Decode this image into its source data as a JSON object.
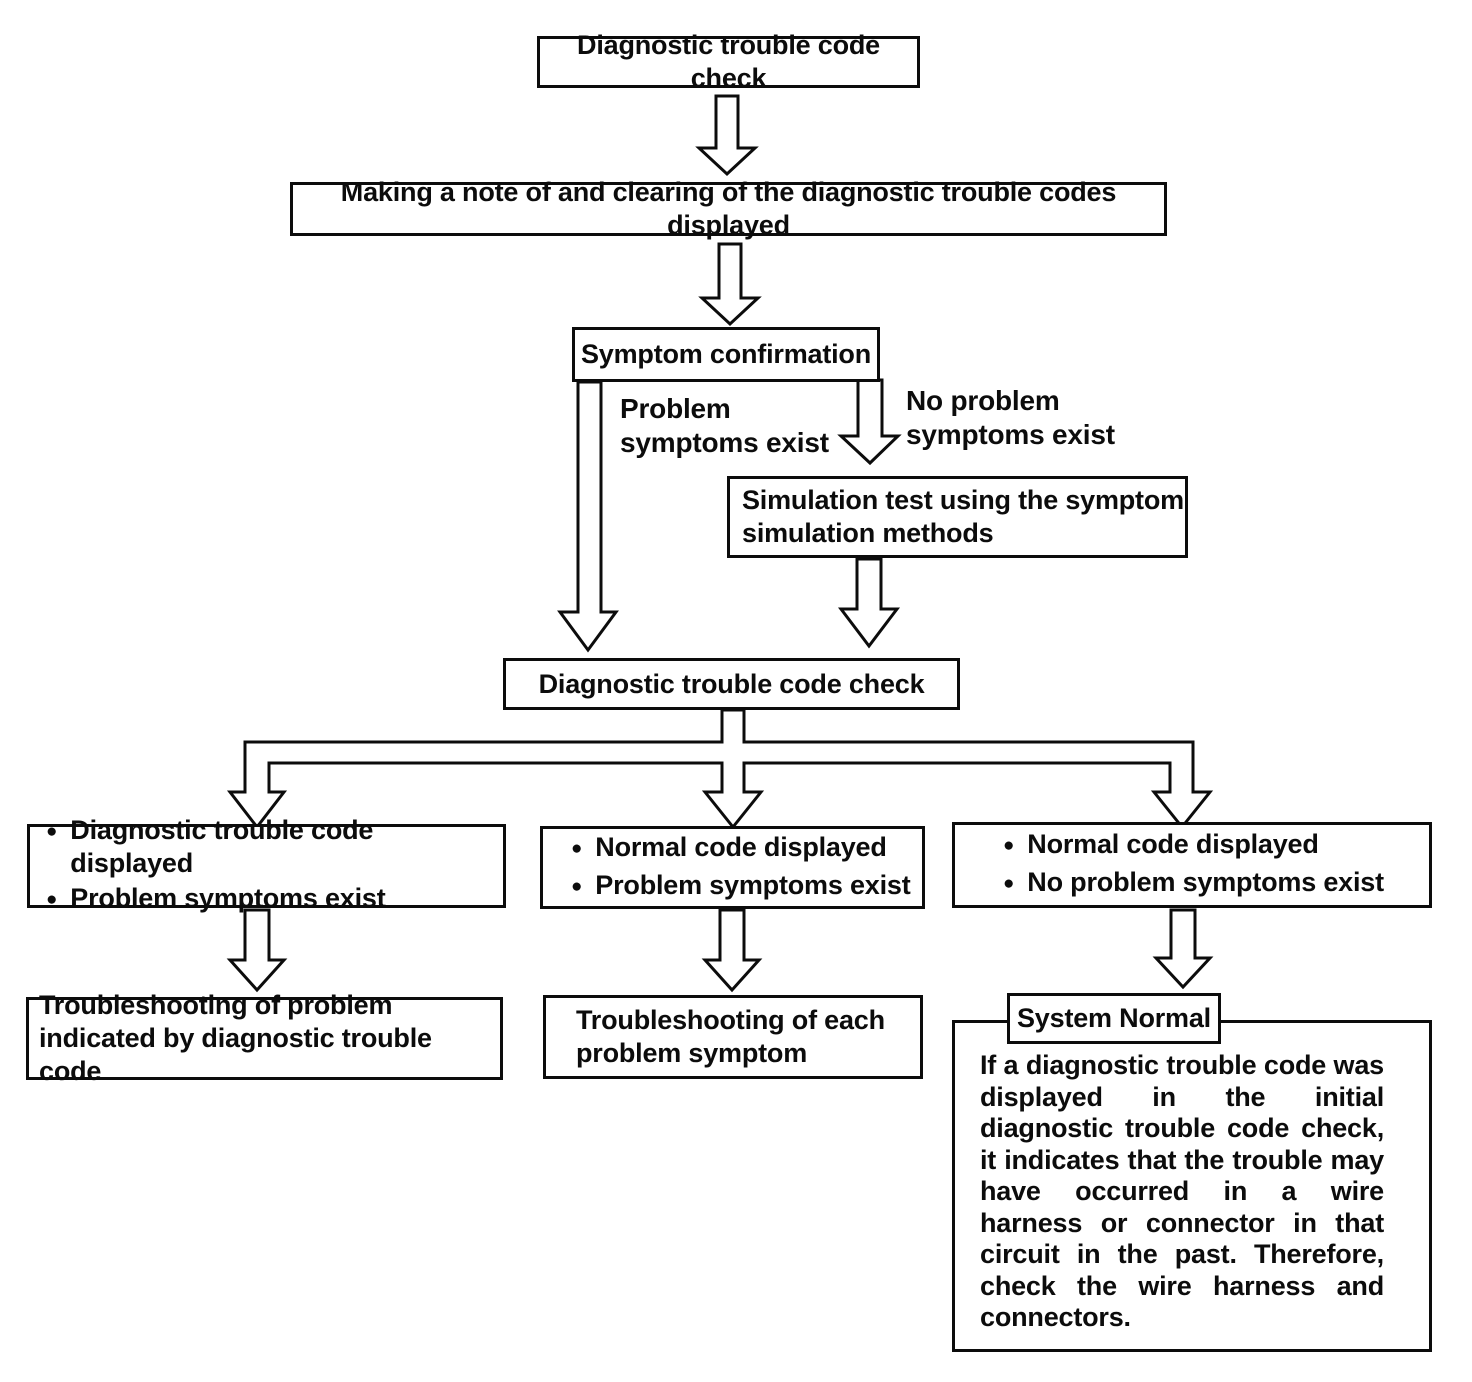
{
  "page": {
    "background": "#ffffff",
    "ink": "#0c0c0c"
  },
  "flowchart": {
    "bullet": "●",
    "step1": {
      "label": "Diagnostic trouble code check"
    },
    "step2": {
      "label": "Making a note of and clearing of the diagnostic trouble codes displayed"
    },
    "step3": {
      "label": "Symptom confirmation"
    },
    "branch_labels": {
      "problem_exists": "Problem symptoms exist",
      "no_problem_exists": "No problem symptoms exist"
    },
    "step4": {
      "label": "Simulation test using the symptom simulation methods"
    },
    "step5": {
      "label": "Diagnostic trouble code check"
    },
    "results": [
      {
        "bullets": [
          "Diagnostic trouble code displayed",
          "Problem symptoms exist"
        ]
      },
      {
        "bullets": [
          "Normal code displayed",
          "Problem symptoms exist"
        ]
      },
      {
        "bullets": [
          "Normal code displayed",
          "No problem symptoms exist"
        ]
      }
    ],
    "outcomes": {
      "left": "Troubleshooting of problem indicated by diagnostic trouble code",
      "middle": "Troubleshooting of each problem symptom",
      "right": {
        "title": "System Normal",
        "body": "If a diagnostic trouble code was displayed in the initial diagnostic trouble code check, it indicates that the trouble may have occurred in a wire harness or connector in that circuit in the past. Therefore, check the wire harness and connectors."
      }
    }
  }
}
